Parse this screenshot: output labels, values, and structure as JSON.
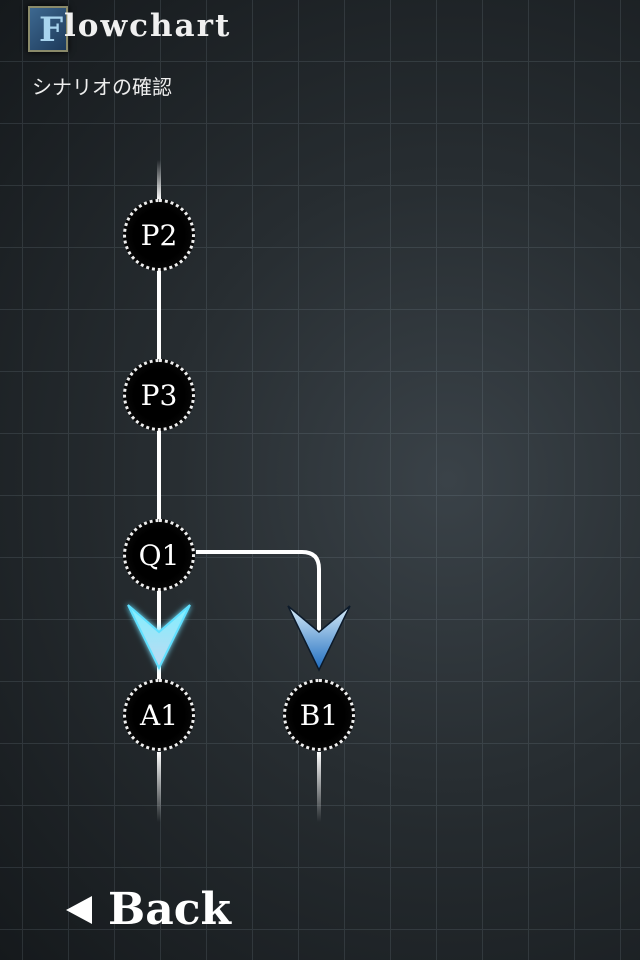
{
  "header": {
    "logo_letter": "F",
    "title": "lowchart",
    "subtitle": "シナリオの確認"
  },
  "nodes": [
    {
      "id": "P2",
      "label": "P2"
    },
    {
      "id": "P3",
      "label": "P3"
    },
    {
      "id": "Q1",
      "label": "Q1"
    },
    {
      "id": "A1",
      "label": "A1"
    },
    {
      "id": "B1",
      "label": "B1"
    }
  ],
  "footer": {
    "back_label": "Back"
  },
  "colors": {
    "selected_arrow": "#5fe0ff",
    "arrow": "#3f8fd6",
    "line": "#ffffff"
  }
}
